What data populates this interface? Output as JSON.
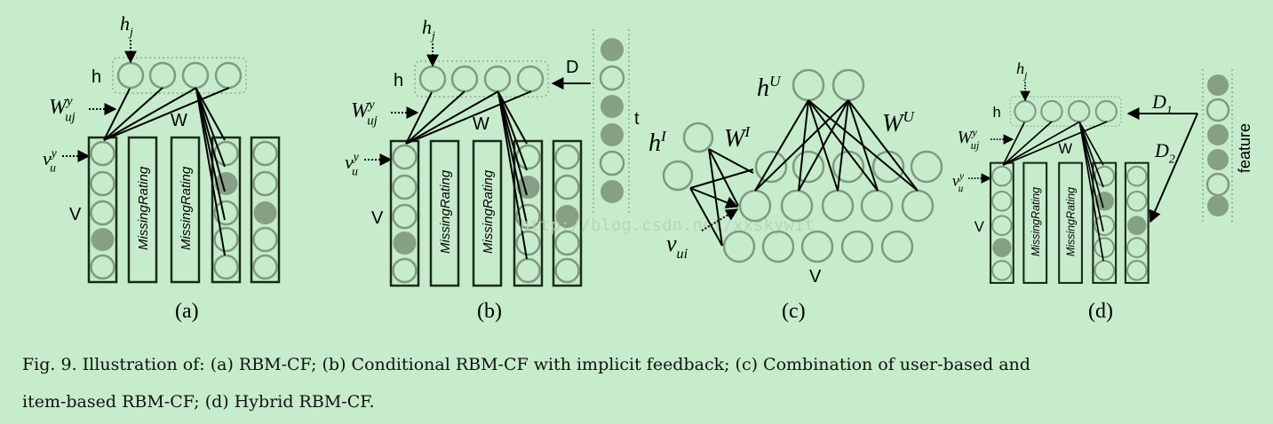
{
  "colors": {
    "background": "#c6eccc",
    "node_stroke": "#7f9a80",
    "node_filled": "#86a086",
    "line": "#000000"
  },
  "panels": {
    "a": {
      "label": "(a)",
      "h_label": "h",
      "v_label": "V",
      "w_label": "W",
      "missing": "MissingRating",
      "hj": {
        "base": "h",
        "sub": "j"
      },
      "wuj": {
        "base": "W",
        "sub": "uj",
        "sup": "y"
      },
      "vu": {
        "base": "v",
        "sub": "u",
        "sup": "y"
      }
    },
    "b": {
      "label": "(b)",
      "h_label": "h",
      "v_label": "V",
      "w_label": "W",
      "missing": "MissingRating",
      "d_label": "D",
      "t_label": "t",
      "hj": {
        "base": "h",
        "sub": "j"
      },
      "wuj": {
        "base": "W",
        "sub": "uj",
        "sup": "y"
      },
      "vu": {
        "base": "v",
        "sub": "u",
        "sup": "y"
      }
    },
    "c": {
      "label": "(c)",
      "v_label": "V",
      "hI": {
        "base": "h",
        "sup": "I"
      },
      "hU": {
        "base": "h",
        "sup": "U"
      },
      "WI": {
        "base": "W",
        "sup": "I"
      },
      "WU": {
        "base": "W",
        "sup": "U"
      },
      "vui": {
        "base": "v",
        "sub": "ui"
      }
    },
    "d": {
      "label": "(d)",
      "h_label": "h",
      "v_label": "V",
      "w_label": "W",
      "missing": "MissingRating",
      "feature_label": "feature",
      "d1": {
        "base": "D",
        "sub": "1"
      },
      "d2": {
        "base": "D",
        "sub": "2"
      },
      "hj": {
        "base": "h",
        "sub": "j"
      },
      "wuj": {
        "base": "W",
        "sub": "uj",
        "sup": "y"
      },
      "vu": {
        "base": "v",
        "sub": "u",
        "sup": "y"
      }
    }
  },
  "watermark": "http://blog.csdn.net/xxskywit",
  "caption": {
    "line1": "Fig. 9.  Illustration of: (a) RBM-CF; (b) Conditional RBM-CF with implicit feedback; (c) Combination of user-based and",
    "line2": "item-based RBM-CF; (d) Hybrid RBM-CF."
  }
}
